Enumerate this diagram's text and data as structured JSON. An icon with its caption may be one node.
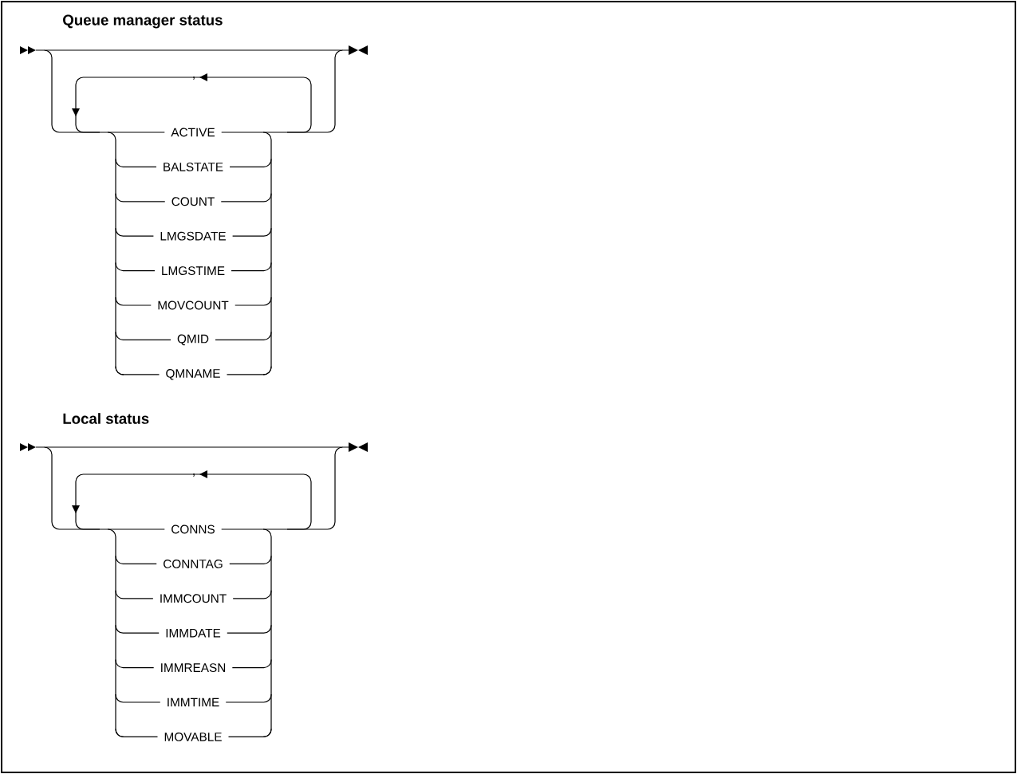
{
  "diagram": {
    "labels": [
      "Queue manager status",
      ",",
      "ACTIVE",
      "BALSTATE",
      "COUNT",
      "LMGSDATE",
      "LMGSTIME",
      "MOVCOUNT",
      "QMID",
      "QMNAME",
      "Local status",
      ",",
      "CONNS",
      "CONNTAG",
      "IMMCOUNT",
      "IMMDATE",
      "IMMREASN",
      "IMMTIME",
      "MOVABLE"
    ]
  }
}
